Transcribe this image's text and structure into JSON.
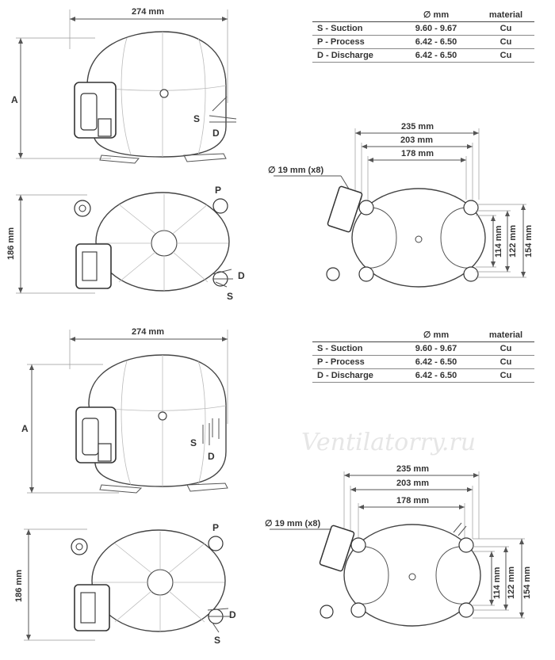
{
  "watermark": "Ventilatorry.ru",
  "table_header": {
    "diameter_symbol": "∅",
    "mm": "mm",
    "material": "material"
  },
  "connections": [
    {
      "name": "S - Suction",
      "size": "9.60 - 9.67",
      "material": "Cu"
    },
    {
      "name": "P - Process",
      "size": "6.42 - 6.50",
      "material": "Cu"
    },
    {
      "name": "D - Discharge",
      "size": "6.42 - 6.50",
      "material": "Cu"
    }
  ],
  "dims": {
    "width": "274 mm",
    "depth": "186 mm",
    "height_label": "A",
    "mount_outer": "235 mm",
    "mount_mid": "203 mm",
    "mount_inner": "178 mm",
    "hole": "∅ 19 mm (x8)",
    "side_114": "114 mm",
    "side_122": "122 mm",
    "side_154": "154 mm"
  },
  "ports": {
    "s": "S",
    "d": "D",
    "p": "P"
  }
}
